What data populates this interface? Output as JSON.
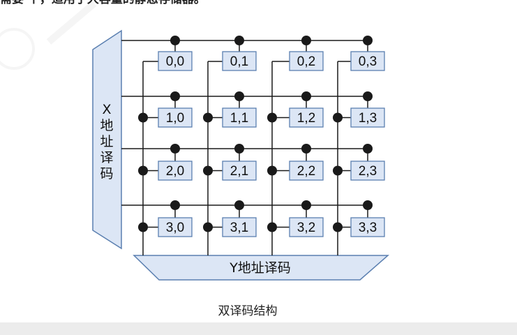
{
  "top_text": "需要 个，适用于大容量的静态存储器。",
  "x_decoder": {
    "lines": [
      "X",
      "地",
      "址",
      "译",
      "码"
    ]
  },
  "y_decoder": {
    "label": "Y地址译码"
  },
  "cells": [
    [
      "0,0",
      "0,1",
      "0,2",
      "0,3"
    ],
    [
      "1,0",
      "1,1",
      "1,2",
      "1,3"
    ],
    [
      "2,0",
      "2,1",
      "2,2",
      "2,3"
    ],
    [
      "3,0",
      "3,1",
      "3,2",
      "3,3"
    ]
  ],
  "caption": "双译码结构",
  "colors": {
    "cell_fill": "#dce6f5",
    "cell_stroke": "#5a7fb0",
    "decoder_fill": "#dce6f5",
    "decoder_stroke": "#5a7fb0",
    "wire": "#1a1a1a",
    "dot": "#1a1a1a"
  }
}
